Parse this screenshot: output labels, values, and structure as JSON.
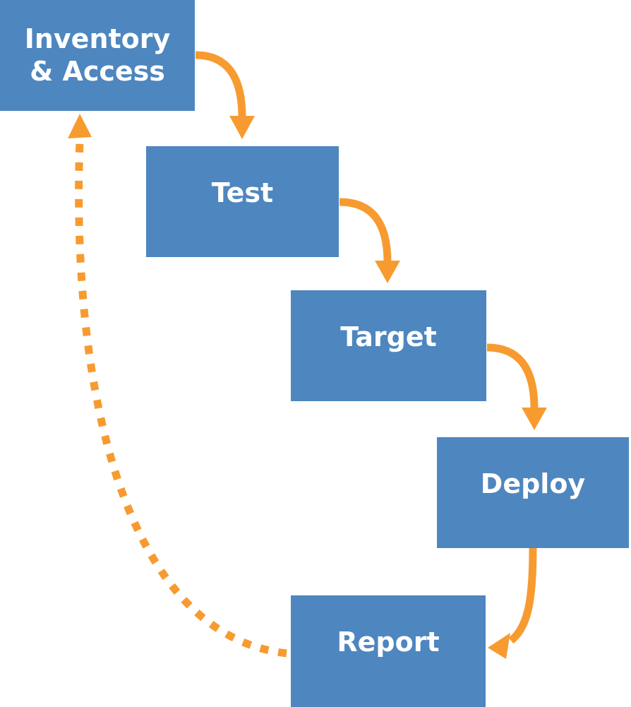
{
  "diagram": {
    "type": "flowchart-cycle",
    "nodes": [
      {
        "id": "inventory-access",
        "label": "Inventory & Access"
      },
      {
        "id": "test",
        "label": "Test"
      },
      {
        "id": "target",
        "label": "Target"
      },
      {
        "id": "deploy",
        "label": "Deploy"
      },
      {
        "id": "report",
        "label": "Report"
      }
    ],
    "edges": [
      {
        "from": "inventory-access",
        "to": "test",
        "style": "solid"
      },
      {
        "from": "test",
        "to": "target",
        "style": "solid"
      },
      {
        "from": "target",
        "to": "deploy",
        "style": "solid"
      },
      {
        "from": "deploy",
        "to": "report",
        "style": "solid"
      },
      {
        "from": "report",
        "to": "inventory-access",
        "style": "dashed"
      }
    ],
    "colors": {
      "node_fill": "#4E86BF",
      "node_text": "#FFFFFF",
      "arrow": "#F79B30",
      "background": "#FFFFFF"
    }
  }
}
